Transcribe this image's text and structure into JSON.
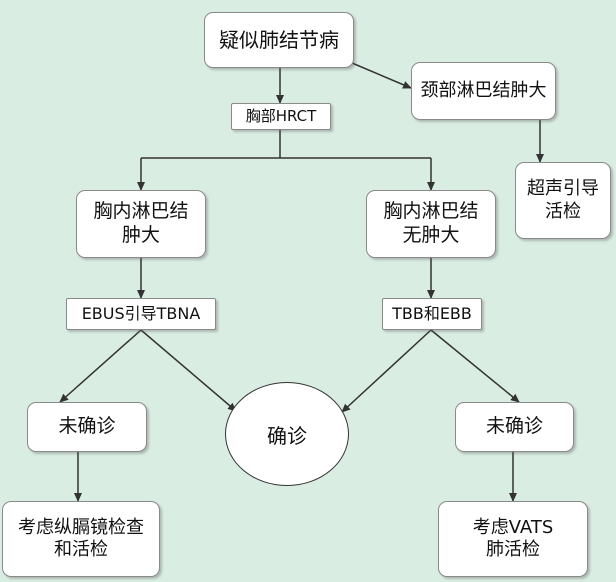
{
  "nodes": {
    "suspected": "疑似肺结节病",
    "neck_lymph": "颈部淋巴结肿大",
    "hrct": "胸部HRCT",
    "ultrasound_biopsy": "超声引导\n活检",
    "chest_lymph_enlarged": "胸内淋巴结\n肿大",
    "chest_lymph_not_enlarged": "胸内淋巴结\n无肿大",
    "ebus_tbna": "EBUS引导TBNA",
    "tbb_ebb": "TBB和EBB",
    "undiagnosed_left": "未确诊",
    "confirmed": "确诊",
    "undiagnosed_right": "未确诊",
    "mediastinoscopy": "考虑纵膈镜检查\n和活检",
    "vats": "考虑VATS\n肺活检"
  },
  "colors": {
    "background": "#d9ede3",
    "box_fill": "#ffffff",
    "box_border": "#8a8a8a",
    "arrow": "#333333"
  }
}
